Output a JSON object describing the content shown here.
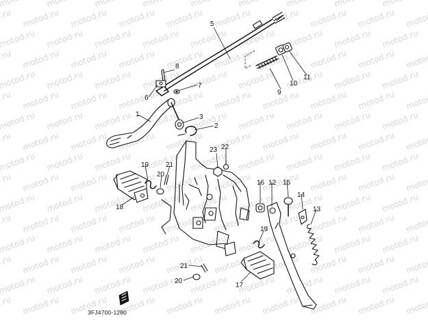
{
  "watermark": "motod.ru",
  "diagram_code": "3FJ4700-1280",
  "callouts": {
    "p1": "1",
    "p2": "2",
    "p3": "3",
    "p5": "5",
    "p6": "6",
    "p7": "7",
    "p8": "8",
    "p9": "9",
    "p10": "10",
    "p11": "11",
    "p12": "12",
    "p13": "13",
    "p14": "14",
    "p15": "15",
    "p16": "16",
    "p17": "17",
    "p18": "18",
    "p19a": "19",
    "p19b": "19",
    "p20a": "20",
    "p20b": "20",
    "p21a": "21",
    "p21b": "21",
    "p22": "22",
    "p23": "23"
  }
}
